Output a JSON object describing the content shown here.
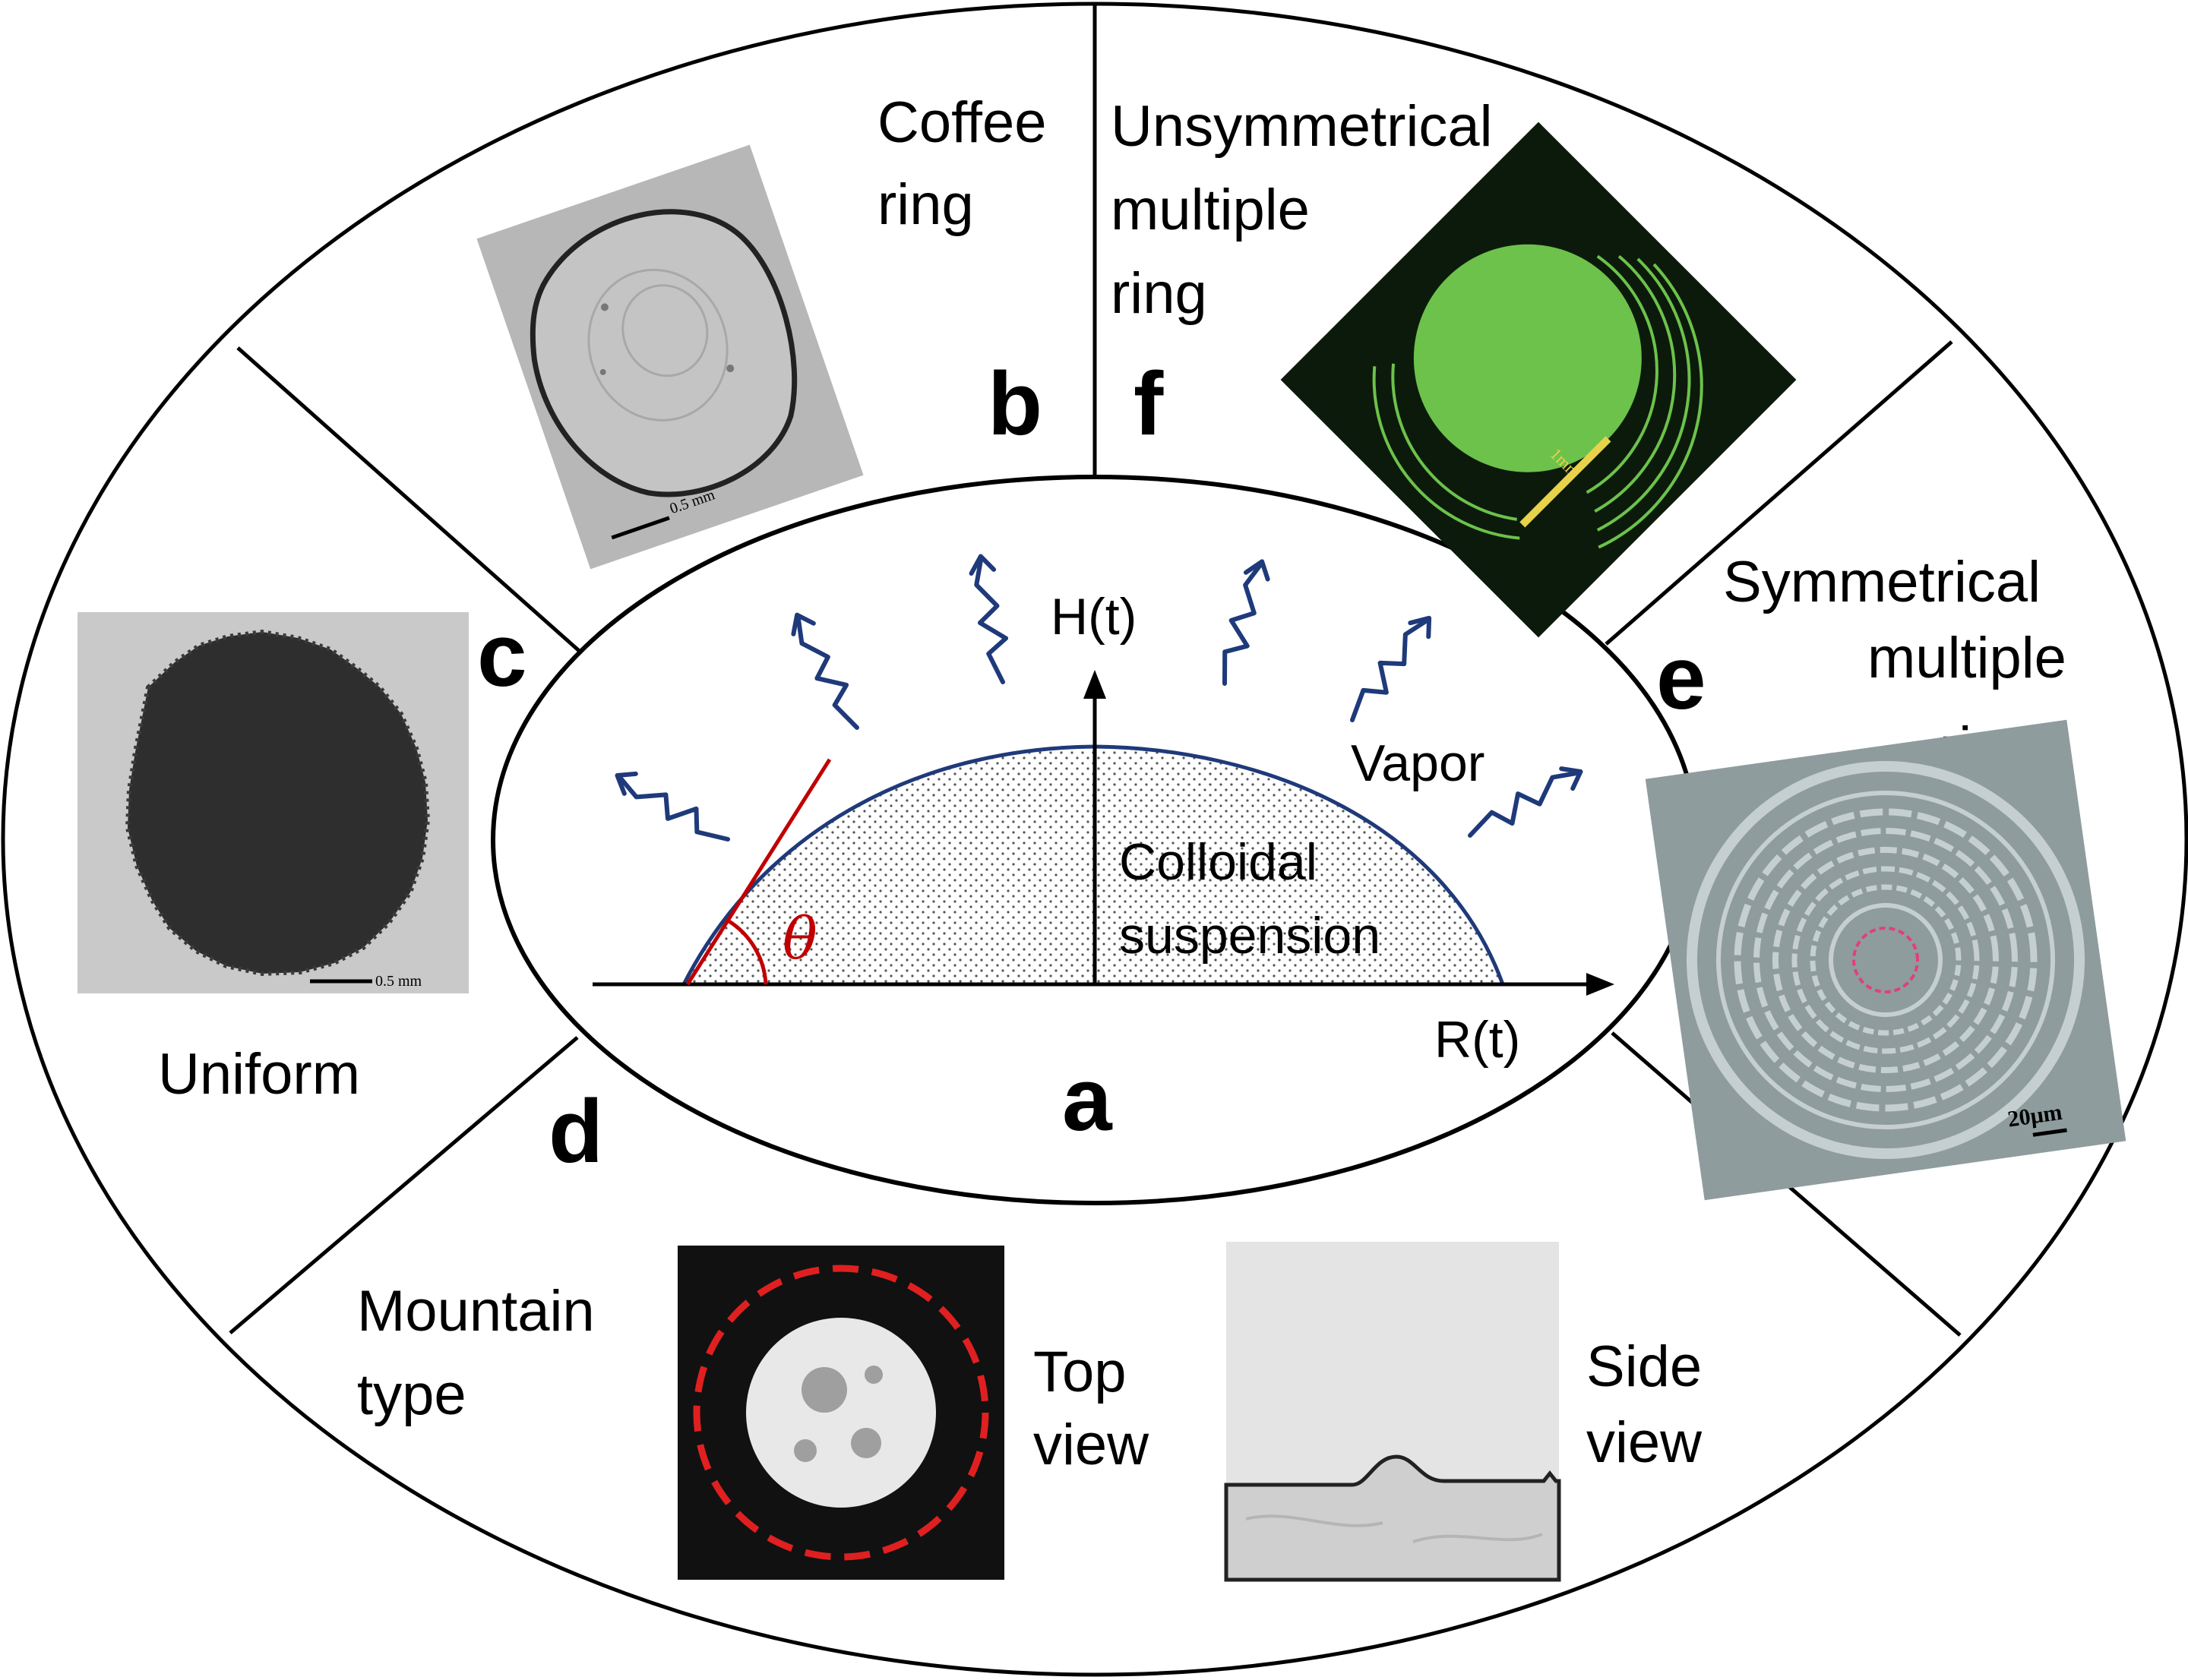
{
  "panels": {
    "a": {
      "letter": "a",
      "h_axis": "H(t)",
      "r_axis": "R(t)",
      "vapor": "Vapor",
      "colloidal_1": "Colloidal",
      "colloidal_2": "suspension",
      "theta": "θ"
    },
    "b": {
      "letter": "b",
      "title_1": "Coffee",
      "title_2": "ring",
      "scale": "0.5 mm"
    },
    "c": {
      "letter": "c",
      "scale": "0.5 mm"
    },
    "d": {
      "letter": "d",
      "uniform": "Uniform",
      "title_1": "Mountain",
      "title_2": "type",
      "top_1": "Top",
      "top_2": "view",
      "side_1": "Side",
      "side_2": "view"
    },
    "e": {
      "letter": "e",
      "title_1": "Symmetrical",
      "title_2": "multiple",
      "title_3": "ring",
      "scale": "20μm"
    },
    "f": {
      "letter": "f",
      "title_1": "Unsymmetrical",
      "title_2": "multiple",
      "title_3": "ring",
      "scale": "1mm"
    }
  },
  "colors": {
    "outline": "#000000",
    "droplet": "#1f3a7a",
    "contact_angle": "#c00000",
    "fluorescent_green": "#6cc24a",
    "dashed_ring": "#e02020"
  }
}
